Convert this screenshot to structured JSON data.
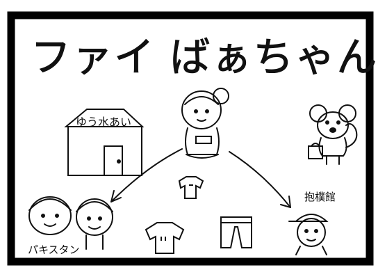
{
  "title": "ファイ ばぁちゃん",
  "house_sign": "ゆう水あい",
  "location_label": "抱樸館",
  "country_label": "パキスタン",
  "colors": {
    "ink": "#111111",
    "paper": "#ffffff",
    "frame": "#000000"
  },
  "icons": [
    "grandmother-figure",
    "house",
    "mouse-character",
    "shirt",
    "pants",
    "arrow"
  ]
}
